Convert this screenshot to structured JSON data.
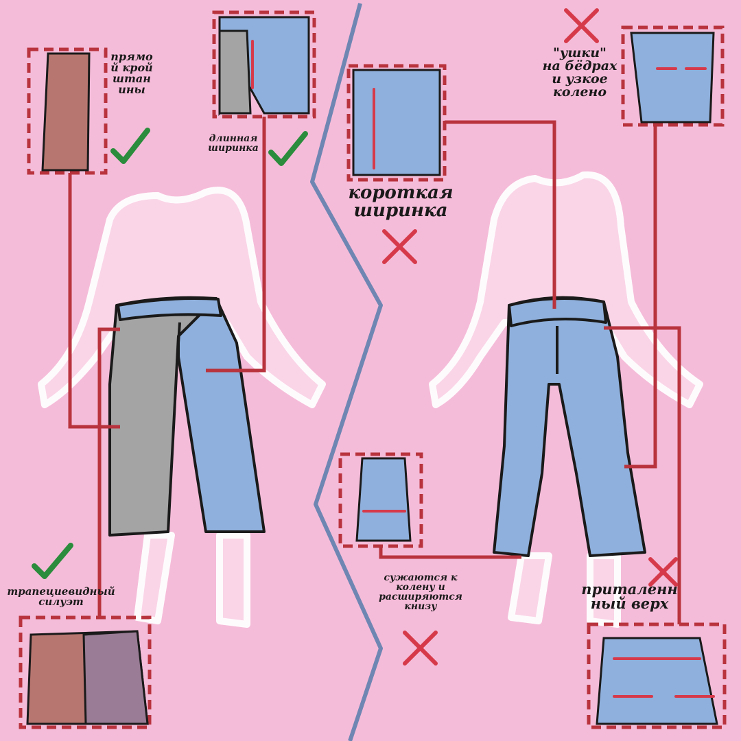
{
  "left": {
    "straight_cut": "прямо\nй крой\nштан\nины",
    "long_fly": "длинная\nширинка",
    "trapeze": "трапециевидный\nсилуэт"
  },
  "right": {
    "short_fly": "короткая\nширинка",
    "hips": "\"ушки\"\nна бёдрах\nи узкое\nколено",
    "knee": "сужаются к\nколену и\nрасширяются\nкнизу",
    "fitted_top": "приталенн\nный верх"
  },
  "colors": {
    "background": "#f5bcd9",
    "line": "#b8333d",
    "check": "#2a8c3c",
    "cross": "#d63a4a",
    "denim": "#8fb0dc",
    "gray": "#a4a4a4",
    "divider": "#6f86b3"
  }
}
